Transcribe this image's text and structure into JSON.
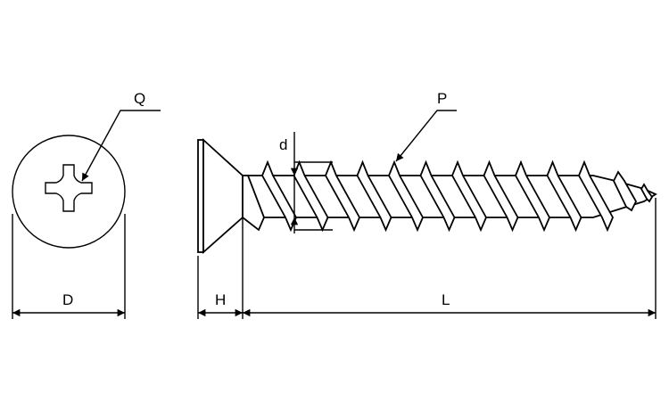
{
  "labels": {
    "head_recess": "Q",
    "pitch": "P",
    "thread_diameter": "d",
    "head_diameter": "D",
    "head_height": "H",
    "length": "L"
  },
  "colors": {
    "line": "#000000",
    "background": "#ffffff"
  }
}
